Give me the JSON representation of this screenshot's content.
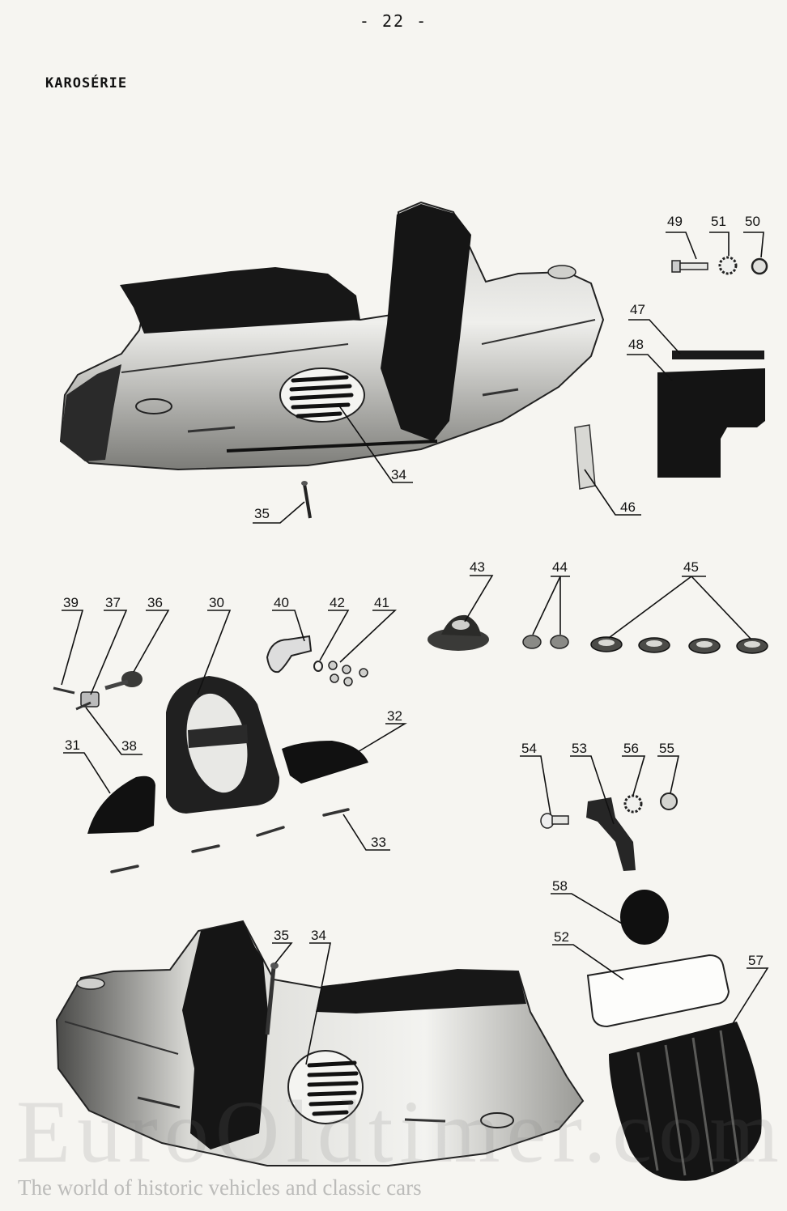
{
  "page_number": "- 22 -",
  "section_title": "KAROSÉRIE",
  "callouts": [
    {
      "id": "c49",
      "label": "49"
    },
    {
      "id": "c51",
      "label": "51"
    },
    {
      "id": "c50",
      "label": "50"
    },
    {
      "id": "c47",
      "label": "47"
    },
    {
      "id": "c48",
      "label": "48"
    },
    {
      "id": "c34a",
      "label": "34"
    },
    {
      "id": "c35a",
      "label": "35"
    },
    {
      "id": "c46",
      "label": "46"
    },
    {
      "id": "c43",
      "label": "43"
    },
    {
      "id": "c44",
      "label": "44"
    },
    {
      "id": "c45",
      "label": "45"
    },
    {
      "id": "c39",
      "label": "39"
    },
    {
      "id": "c37",
      "label": "37"
    },
    {
      "id": "c36",
      "label": "36"
    },
    {
      "id": "c30",
      "label": "30"
    },
    {
      "id": "c40",
      "label": "40"
    },
    {
      "id": "c42",
      "label": "42"
    },
    {
      "id": "c41",
      "label": "41"
    },
    {
      "id": "c38",
      "label": "38"
    },
    {
      "id": "c31",
      "label": "31"
    },
    {
      "id": "c32",
      "label": "32"
    },
    {
      "id": "c33",
      "label": "33"
    },
    {
      "id": "c54",
      "label": "54"
    },
    {
      "id": "c53",
      "label": "53"
    },
    {
      "id": "c56",
      "label": "56"
    },
    {
      "id": "c55",
      "label": "55"
    },
    {
      "id": "c58",
      "label": "58"
    },
    {
      "id": "c52",
      "label": "52"
    },
    {
      "id": "c57",
      "label": "57"
    },
    {
      "id": "c35b",
      "label": "35"
    },
    {
      "id": "c34b",
      "label": "34"
    }
  ],
  "watermark": {
    "brand": "EuroOldtimer.com",
    "tagline": "The world of historic vehicles and classic cars"
  }
}
